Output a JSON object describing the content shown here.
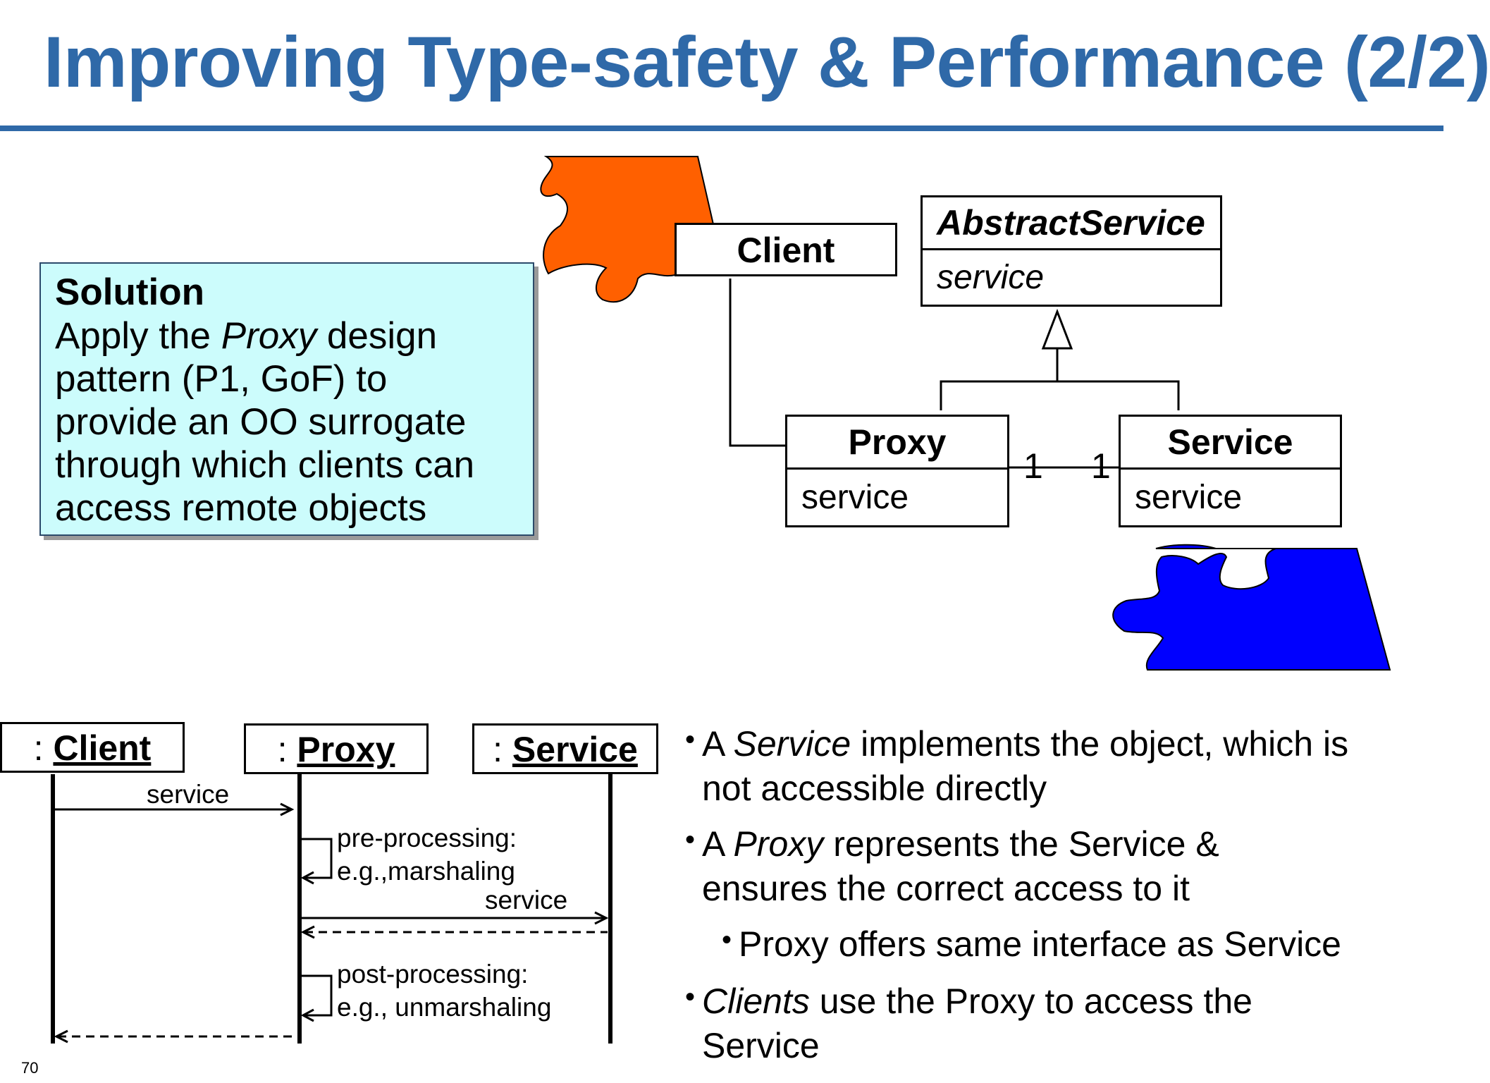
{
  "title": "Improving Type-safety & Performance (2/2)",
  "solution": {
    "heading": "Solution",
    "line1_pre": "Apply the ",
    "line1_em": "Proxy",
    "line1_post": " design",
    "line2": "pattern (P1, GoF) to",
    "line3": "provide an OO surrogate",
    "line4": "through which clients can",
    "line5": "access remote objects"
  },
  "class_diagram": {
    "client": "Client",
    "abstract_service": {
      "name": "AbstractService",
      "op": "service"
    },
    "proxy": {
      "name": "Proxy",
      "op": "service"
    },
    "service": {
      "name": "Service",
      "op": "service"
    },
    "mult_left": "1",
    "mult_right": "1"
  },
  "sequence": {
    "client": {
      "prefix": ": ",
      "name": "Client"
    },
    "proxy": {
      "prefix": ": ",
      "name": "Proxy"
    },
    "service": {
      "prefix": ": ",
      "name": "Service"
    },
    "msg1": "service",
    "pre1": "pre-processing:",
    "pre2": "e.g.,marshaling",
    "msg2": "service",
    "post1": "post-processing:",
    "post2": "e.g., unmarshaling"
  },
  "bullets": {
    "b1_pre": "A ",
    "b1_em": "Service",
    "b1_post": " implements the object, which is",
    "b1_line2": "not accessible directly",
    "b2_pre": "A ",
    "b2_em": "Proxy",
    "b2_post": " represents the Service &",
    "b2_line2": "ensures the correct access to it",
    "b3": "Proxy offers same interface as Service",
    "b4_em": "Clients",
    "b4_post": " use the Proxy to access the",
    "b4_line2": "Service"
  },
  "page_number": "70",
  "colors": {
    "title": "#2f69a8",
    "solution_bg": "#ccfcfc",
    "puzzle_orange": "#ff6000",
    "puzzle_blue": "#0000ff"
  }
}
